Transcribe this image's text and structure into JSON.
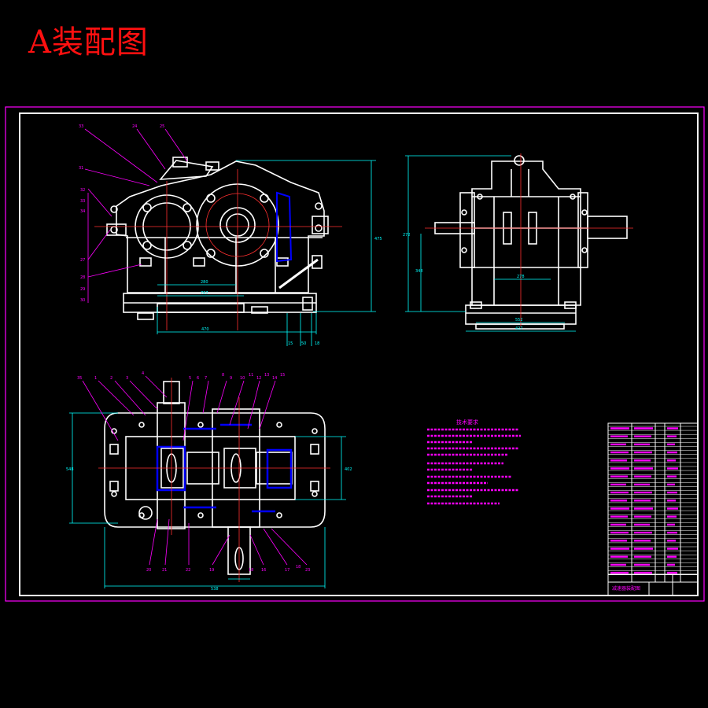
{
  "title": "A装配图",
  "colors": {
    "background": "#000000",
    "outline": "#ffffff",
    "dimension": "#00ffff",
    "leader": "#ff00ff",
    "center": "#ff3030",
    "section": "#0000ff",
    "title": "#ff1010"
  },
  "views": {
    "front": {
      "dims": [
        "280",
        "767",
        "470",
        "475",
        "15",
        "50",
        "18"
      ],
      "parts": [
        "33",
        "24",
        "25",
        "31",
        "32",
        "33",
        "34",
        "27",
        "28",
        "29",
        "30"
      ]
    },
    "side": {
      "dims": [
        "272",
        "348",
        "552",
        "427",
        "278"
      ]
    },
    "top": {
      "dims": [
        "548",
        "402",
        "538"
      ],
      "parts_top": [
        "35",
        "1",
        "2",
        "3",
        "4",
        "5",
        "6",
        "7",
        "8",
        "9",
        "10",
        "11",
        "12",
        "13",
        "14",
        "15"
      ],
      "parts_bottom": [
        "20",
        "21",
        "22",
        "19",
        "18",
        "16",
        "17",
        "18",
        "23"
      ]
    }
  },
  "technical_requirements": {
    "heading": "技术要求"
  },
  "title_block": {
    "label": "减速器装配图"
  }
}
